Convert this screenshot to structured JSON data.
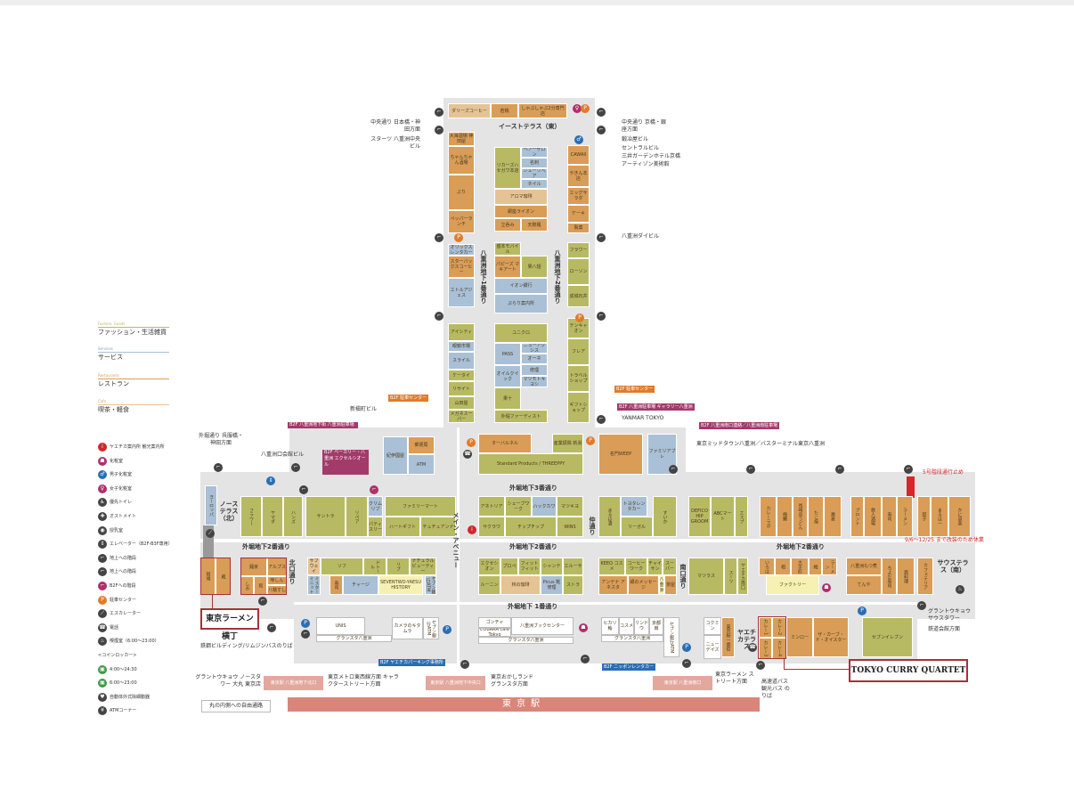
{
  "legend": {
    "categories": [
      {
        "en": "Fashion, Goods",
        "ja": "ファッション・生活雑貨",
        "color": "#b8ba63"
      },
      {
        "en": "Services",
        "ja": "サービス",
        "color": "#a9c0d6"
      },
      {
        "en": "Restaurants",
        "ja": "レストラン",
        "color": "#d99d57"
      },
      {
        "en": "Cafe",
        "ja": "喫茶・軽食",
        "color": "#e6c394"
      }
    ],
    "items": [
      {
        "icon": "info-icon",
        "label": "ヤエチカ案内所 観光案内所"
      },
      {
        "icon": "restroom-icon",
        "label": "化粧室"
      },
      {
        "icon": "mens-restroom-icon",
        "label": "男子化粧室"
      },
      {
        "icon": "womens-restroom-icon",
        "label": "女子化粧室"
      },
      {
        "icon": "accessible-toilet-icon",
        "label": "優先トイレ"
      },
      {
        "icon": "ostomate-icon",
        "label": "オストメイト"
      },
      {
        "icon": "nursing-room-icon",
        "label": "授乳室"
      },
      {
        "icon": "elevator-icon",
        "label": "エレベーター（B2F-B3F専用）"
      },
      {
        "icon": "stairs-icon",
        "label": "地上への階段"
      },
      {
        "icon": "stairs-icon",
        "label": "地上への階段"
      },
      {
        "icon": "b2f-stairs-icon",
        "label": "B2Fへの階段"
      },
      {
        "icon": "parking-icon",
        "label": "駐車センター"
      },
      {
        "icon": "escalator-icon",
        "label": "エスカレーター"
      },
      {
        "icon": "phone-icon",
        "label": "電話"
      },
      {
        "icon": "smoking-room-icon",
        "label": "喫煙室（6:00〜23:00）"
      },
      {
        "icon": "",
        "label": "<コインロッカー>"
      },
      {
        "icon": "locker-icon",
        "label": "4:00〜24:30"
      },
      {
        "icon": "locker-icon",
        "label": "6:00〜23:00"
      },
      {
        "icon": "aed-icon",
        "label": "自動体外式除細動器"
      },
      {
        "icon": "atm-icon",
        "label": "ATMコーナー"
      }
    ]
  },
  "areas": {
    "east_terrace": "イーストテラス（東）",
    "north_terrace": "ノーステラス（北）",
    "south_terrace": "サウステラス（南）",
    "yaechika_terrace": "ヤエチカテラス",
    "main_avenue": "メイン・アベニュー",
    "kitaguchi": "北口通り",
    "naka": "仲通り",
    "minamiguchi": "南口通り",
    "sotobori3": "外堀地下3番通り",
    "sotobori2": "外堀地下2番通り",
    "sotobori1": "外堀地下 1番通り",
    "yaesu1": "八重洲地下1番通り",
    "yaesu2": "八重洲地下2番通り"
  },
  "annotations": {
    "chuo_north": "中央通り 日本橋・神田方面",
    "starts": "スターツ 八重洲中央ビル",
    "chuo_south": "中央通り 京橋・銀座方面",
    "kajiya": "鍛冶屋ビル",
    "central": "セントラルビル",
    "mitsui": "三井ガーデンホテル京橋",
    "artizon": "アーティゾン美術館",
    "daibiru": "八重洲ダイビル",
    "yanmar": "YANMAR TOKYO",
    "shinmaki": "新槇町ビル",
    "sotobori_st": "外堀通り 呉服橋・神田方面",
    "kaikan": "八重洲口会館ビル",
    "midtown": "東京ミッドタウン八重洲／バスターミナル東京八重洲",
    "closed5": "5号階段通行止め",
    "renovation": "9/6〜12/25 まで改装のため休業",
    "grantokyo_s": "グラントウキョウ サウスタワー",
    "tetsudo": "鉄道会館方面",
    "ramen_street": "東京ラーメン ストリート方面",
    "bus": "高速道バス 観光バス のりば",
    "grantokyo_n": "グラントウキョウ ノースタワー 大丸 東京店",
    "metro": "東京メトロ東西線方面 キャラクターストリート方面",
    "okashi": "東京おかしランド グランスタ方面",
    "marunouchi": "丸の内側への自由通路",
    "tekko": "鉄鋼ビルディング/リムジンバスのりば"
  },
  "tags": {
    "parking1": "B2F 駐車センター",
    "parking2": "B2F 駐車センター",
    "gallery": "B2F 八重洲駐車場 ギャラリー八重洲",
    "b2f_north": "B2F 八重洲地下街 八重洲駐車場",
    "b2f_bakery": "B2F ベーカリー・八重洲 エクセルシオール",
    "b2f_south": "B2F 八重洲南口連絡／八重洲南駐車場",
    "yaechika_parking": "B2F ヤエチカパーキング事務所",
    "rentacar": "B2F ニッポンレンタカー"
  },
  "exits": {
    "north": "東京駅 八重洲地下北口",
    "central": "東京駅 八重洲地下中央口",
    "south": "東京駅 八重洲南口"
  },
  "station": "東京駅",
  "brands": {
    "ramen": "東京ラーメン横丁",
    "curry": "TOKYO CURRY QUARTET"
  },
  "shops": [
    {
      "name": "ダリーズコーヒー",
      "cat": "cafe"
    },
    {
      "name": "若鶏",
      "cat": "restaurant"
    },
    {
      "name": "しゃぶしゃぶ2分専門店",
      "cat": "restaurant"
    },
    {
      "name": "大海酒場 神田屋",
      "cat": "restaurant"
    },
    {
      "name": "ちゃんちゃん酒場",
      "cat": "restaurant"
    },
    {
      "name": "ぶり",
      "cat": "restaurant"
    },
    {
      "name": "ペッパーランチ",
      "cat": "restaurant"
    },
    {
      "name": "オリックスレンタカー",
      "cat": "services"
    },
    {
      "name": "スターバックスコーヒー",
      "cat": "restaurant"
    },
    {
      "name": "エトルアジェス",
      "cat": "services"
    },
    {
      "name": "アイシティ",
      "cat": "fashion"
    },
    {
      "name": "眼鏡市場",
      "cat": "services"
    },
    {
      "name": "スライル",
      "cat": "services"
    },
    {
      "name": "ケータイ",
      "cat": "fashion"
    },
    {
      "name": "リサイト",
      "cat": "fashion"
    },
    {
      "name": "山田屋",
      "cat": "fashion"
    },
    {
      "name": "メガネスーパー",
      "cat": "fashion"
    },
    {
      "name": "リカーズハセガワ本店",
      "cat": "fashion"
    },
    {
      "name": "ヘアーサロン",
      "cat": "services"
    },
    {
      "name": "名刺",
      "cat": "services"
    },
    {
      "name": "シューリペア",
      "cat": "services"
    },
    {
      "name": "ネイル",
      "cat": "services"
    },
    {
      "name": "アロマ珈琲",
      "cat": "cafe"
    },
    {
      "name": "銀座ライオン",
      "cat": "restaurant"
    },
    {
      "name": "立呑み",
      "cat": "restaurant"
    },
    {
      "name": "天麩羅",
      "cat": "restaurant"
    },
    {
      "name": "盛本モバイル",
      "cat": "fashion"
    },
    {
      "name": "パピーズ マキアート",
      "cat": "restaurant"
    },
    {
      "name": "果八翅",
      "cat": "fashion"
    },
    {
      "name": "イオン銀行",
      "cat": "services"
    },
    {
      "name": "ぷらり案内所",
      "cat": "services"
    },
    {
      "name": "ユニクロ",
      "cat": "fashion"
    },
    {
      "name": "PASS",
      "cat": "services"
    },
    {
      "name": "ニューアクシス",
      "cat": "services"
    },
    {
      "name": "オーネ",
      "cat": "services"
    },
    {
      "name": "オイルクイック",
      "cat": "services"
    },
    {
      "name": "修理",
      "cat": "services"
    },
    {
      "name": "マツモトキヨシ",
      "cat": "services"
    },
    {
      "name": "果十",
      "cat": "fashion"
    },
    {
      "name": "外堀ファーディスト",
      "cat": "fashion"
    },
    {
      "name": "CAWAII",
      "cat": "restaurant"
    },
    {
      "name": "やきん本店",
      "cat": "restaurant"
    },
    {
      "name": "エッグサラダ",
      "cat": "restaurant"
    },
    {
      "name": "ケーキ",
      "cat": "restaurant"
    },
    {
      "name": "製菓",
      "cat": "restaurant"
    },
    {
      "name": "フラワー",
      "cat": "fashion"
    },
    {
      "name": "ローソン",
      "cat": "fashion"
    },
    {
      "name": "成城石井",
      "cat": "fashion"
    },
    {
      "name": "テンキャオン",
      "cat": "fashion"
    },
    {
      "name": "フレア",
      "cat": "fashion"
    },
    {
      "name": "トラベルショップ",
      "cat": "fashion"
    },
    {
      "name": "ギフトショップ",
      "cat": "fashion"
    },
    {
      "name": "紀伊國屋",
      "cat": "services"
    },
    {
      "name": "郵便局",
      "cat": "restaurant"
    },
    {
      "name": "ATM",
      "cat": "services"
    },
    {
      "name": "ターバルネル",
      "cat": "restaurant"
    },
    {
      "name": "Standard Products / THREEPPY",
      "cat": "fashion"
    },
    {
      "name": "産業振興 新潟",
      "cat": "fashion"
    },
    {
      "name": "名門WEEP",
      "cat": "restaurant"
    },
    {
      "name": "ファミリアブレ",
      "cat": "services"
    },
    {
      "name": "ヨーロッパ",
      "cat": "services"
    },
    {
      "name": "フラワー",
      "cat": "fashion"
    },
    {
      "name": "ヤマダ",
      "cat": "fashion"
    },
    {
      "name": "ハンズ",
      "cat": "fashion"
    },
    {
      "name": "サントラ",
      "cat": "fashion"
    },
    {
      "name": "リペア",
      "cat": "fashion"
    },
    {
      "name": "クリムリブ",
      "cat": "services"
    },
    {
      "name": "パティスリー",
      "cat": "fashion"
    },
    {
      "name": "ファミリーマート",
      "cat": "fashion"
    },
    {
      "name": "ハートギフト",
      "cat": "fashion"
    },
    {
      "name": "チュチュアンナ",
      "cat": "fashion"
    },
    {
      "name": "アネトリア",
      "cat": "fashion"
    },
    {
      "name": "シェーブワーク",
      "cat": "fashion"
    },
    {
      "name": "ハックカワ",
      "cat": "services"
    },
    {
      "name": "マツキヨ",
      "cat": "fashion"
    },
    {
      "name": "サクラワ",
      "cat": "fashion"
    },
    {
      "name": "チップチップ",
      "cat": "fashion"
    },
    {
      "name": "WINS",
      "cat": "fashion"
    },
    {
      "name": "まるは酒",
      "cat": "fashion"
    },
    {
      "name": "トヨタレンタカー",
      "cat": "services"
    },
    {
      "name": "リーガル",
      "cat": "fashion"
    },
    {
      "name": "すいか",
      "cat": "fashion"
    },
    {
      "name": "DEFICO HIP GROOM",
      "cat": "fashion"
    },
    {
      "name": "ABCマート",
      "cat": "fashion"
    },
    {
      "name": "エスプ",
      "cat": "fashion"
    },
    {
      "name": "カレーラボ",
      "cat": "restaurant"
    },
    {
      "name": "梅蘭",
      "cat": "restaurant"
    },
    {
      "name": "長崎皿うどん",
      "cat": "restaurant"
    },
    {
      "name": "たこ焼",
      "cat": "restaurant"
    },
    {
      "name": "蕎麦",
      "cat": "restaurant"
    },
    {
      "name": "プロント",
      "cat": "restaurant"
    },
    {
      "name": "鉄人酒場",
      "cat": "restaurant"
    },
    {
      "name": "寿司",
      "cat": "restaurant"
    },
    {
      "name": "ラーメン",
      "cat": "restaurant"
    },
    {
      "name": "餃子",
      "cat": "restaurant"
    },
    {
      "name": "まるは一",
      "cat": "restaurant"
    },
    {
      "name": "かに道楽",
      "cat": "restaurant"
    },
    {
      "name": "斑鳩",
      "cat": "restaurant"
    },
    {
      "name": "蔵",
      "cat": "restaurant"
    },
    {
      "name": "麺家",
      "cat": "restaurant"
    },
    {
      "name": "しお",
      "cat": "restaurant"
    },
    {
      "name": "和",
      "cat": "restaurant"
    },
    {
      "name": "アルプス",
      "cat": "restaurant"
    },
    {
      "name": "味しん",
      "cat": "restaurant"
    },
    {
      "name": "八幡すし",
      "cat": "restaurant"
    },
    {
      "name": "サブウェイ",
      "cat": "cafe"
    },
    {
      "name": "ソフ",
      "cat": "fashion"
    },
    {
      "name": "ドトール",
      "cat": "fashion"
    },
    {
      "name": "リブ",
      "cat": "fashion"
    },
    {
      "name": "ナチュラルビューティー",
      "cat": "fashion"
    },
    {
      "name": "ミスターミニット",
      "cat": "services"
    },
    {
      "name": "寿司",
      "cat": "restaurant"
    },
    {
      "name": "チャージ",
      "cat": "services"
    },
    {
      "name": "SEVENTWO-YAESU HISTORY",
      "cat": "special"
    },
    {
      "name": "セブン銀行ATM",
      "cat": "services"
    },
    {
      "name": "エクセシオン",
      "cat": "fashion"
    },
    {
      "name": "プロペ",
      "cat": "fashion"
    },
    {
      "name": "フィットフィット",
      "cat": "fashion"
    },
    {
      "name": "シャンテ",
      "cat": "fashion"
    },
    {
      "name": "エルーサ",
      "cat": "fashion"
    },
    {
      "name": "ルーニン",
      "cat": "fashion"
    },
    {
      "name": "林の珈琲",
      "cat": "cafe"
    },
    {
      "name": "Picus 靴修理",
      "cat": "services"
    },
    {
      "name": "ストラ",
      "cat": "fashion"
    },
    {
      "name": "KEEO コスメ",
      "cat": "fashion"
    },
    {
      "name": "コーヒーワーク",
      "cat": "fashion"
    },
    {
      "name": "チャイサン",
      "cat": "fashion"
    },
    {
      "name": "スーパー",
      "cat": "fashion"
    },
    {
      "name": "アンテナ アネスタ",
      "cat": "restaurant"
    },
    {
      "name": "銀のメッセージ",
      "cat": "restaurant"
    },
    {
      "name": "八重洲",
      "cat": "special"
    },
    {
      "name": "茶屋",
      "cat": "restaurant"
    },
    {
      "name": "マツラス",
      "cat": "fashion"
    },
    {
      "name": "スーツ",
      "cat": "fashion"
    },
    {
      "name": "ヤエチカ南口",
      "cat": "fashion"
    },
    {
      "name": "いろは",
      "cat": "restaurant"
    },
    {
      "name": "相",
      "cat": "restaurant"
    },
    {
      "name": "大手町",
      "cat": "restaurant"
    },
    {
      "name": "梅",
      "cat": "restaurant"
    },
    {
      "name": "ラーメン",
      "cat": "restaurant"
    },
    {
      "name": "ファクトリー",
      "cat": "special"
    },
    {
      "name": "八重洲もつ煮",
      "cat": "restaurant"
    },
    {
      "name": "てんや",
      "cat": "restaurant"
    },
    {
      "name": "ちよだ寿司",
      "cat": "restaurant"
    },
    {
      "name": "鶏料理",
      "cat": "restaurant"
    },
    {
      "name": "カフェテリア",
      "cat": "restaurant"
    },
    {
      "name": "UNIS",
      "cat": "outline"
    },
    {
      "name": "カメラのキタムラ",
      "cat": "outline"
    },
    {
      "name": "セブン銀行ATM",
      "cat": "outline"
    },
    {
      "name": "グランスタ八重洲",
      "cat": "outline"
    },
    {
      "name": "ゴンチャ",
      "cat": "outline"
    },
    {
      "name": "COBARA cafe Tokyo",
      "cat": "outline"
    },
    {
      "name": "八重洲ブックセンター",
      "cat": "outline"
    },
    {
      "name": "グランスタ八重洲",
      "cat": "outline"
    },
    {
      "name": "ヒカリ鮨",
      "cat": "outline"
    },
    {
      "name": "コスメ",
      "cat": "outline"
    },
    {
      "name": "リンドウ",
      "cat": "outline"
    },
    {
      "name": "京都扇",
      "cat": "outline"
    },
    {
      "name": "グランスタ八重洲",
      "cat": "outline"
    },
    {
      "name": "セブン銀行ATM",
      "cat": "outline"
    },
    {
      "name": "コクミン",
      "cat": "outline"
    },
    {
      "name": "ニューデイズ",
      "cat": "outline"
    },
    {
      "name": "東京駅一番街",
      "cat": "restaurant"
    },
    {
      "name": "カレー1",
      "cat": "restaurant"
    },
    {
      "name": "カレー2",
      "cat": "restaurant"
    },
    {
      "name": "カレー3",
      "cat": "restaurant"
    },
    {
      "name": "カレー4",
      "cat": "restaurant"
    },
    {
      "name": "ミンロー",
      "cat": "restaurant"
    },
    {
      "name": "ザ・カーブ・ド・オイスター",
      "cat": "restaurant"
    },
    {
      "name": "セブンイレブン",
      "cat": "fashion"
    }
  ]
}
